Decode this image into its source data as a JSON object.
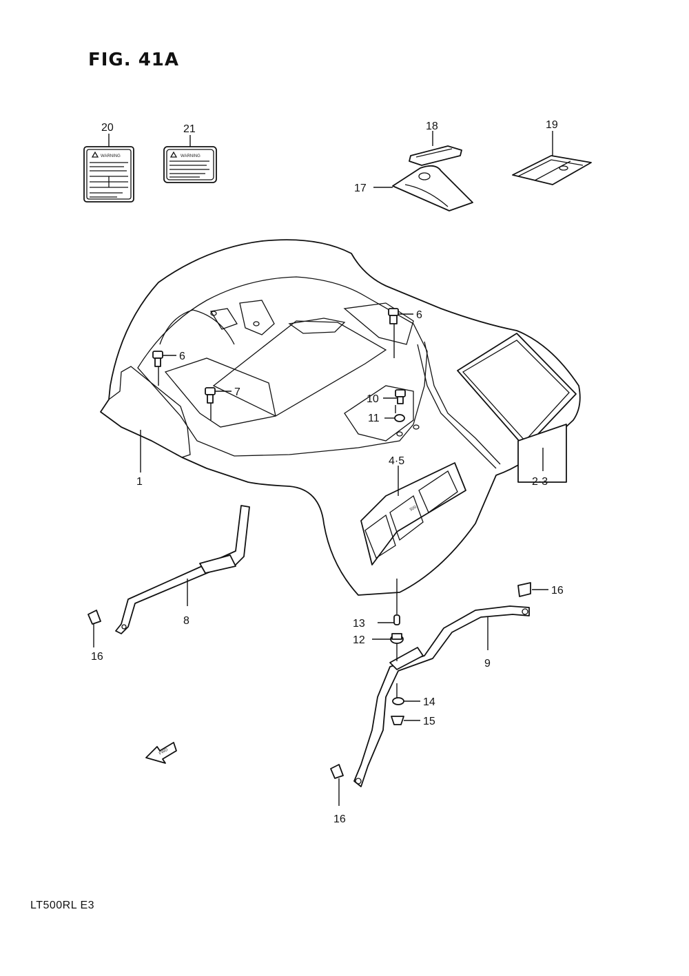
{
  "figure": {
    "title": "FIG. 41A"
  },
  "footer": {
    "model": "LT500RL  E3"
  },
  "callouts": {
    "p1": "1",
    "p23": "2·3",
    "p45": "4·5",
    "p6a": "6",
    "p6b": "6",
    "p7": "7",
    "p8": "8",
    "p9": "9",
    "p10": "10",
    "p11": "11",
    "p12": "12",
    "p13": "13",
    "p14": "14",
    "p15": "15",
    "p16a": "16",
    "p16b": "16",
    "p16c": "16",
    "p17": "17",
    "p18": "18",
    "p19": "19",
    "p20": "20",
    "p21": "21"
  },
  "labels": {
    "warning_text": "WARNING",
    "fwd_arrow": "FWD",
    "decal_number": "500"
  },
  "colors": {
    "line": "#111111",
    "background": "#ffffff"
  }
}
